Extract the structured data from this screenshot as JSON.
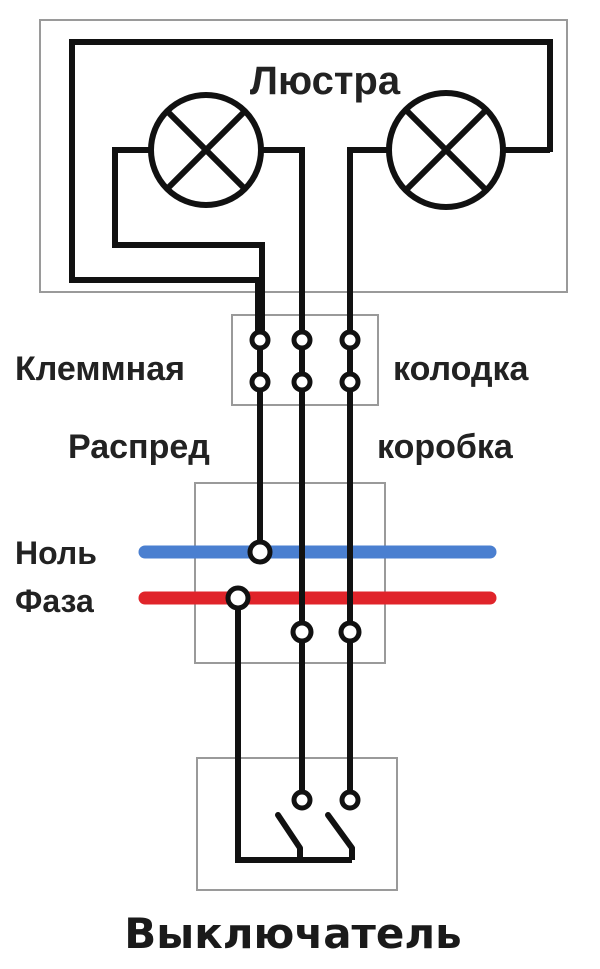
{
  "labels": {
    "chandelier": "Люстра",
    "terminal_left": "Клеммная",
    "terminal_right": "колодка",
    "junction_left": "Распред",
    "junction_right": "коробка",
    "neutral": "Ноль",
    "phase": "Фаза",
    "switch": "Выключатель"
  },
  "colors": {
    "neutral_line": "#4a7fd0",
    "phase_line": "#e0242a",
    "wire": "#111111",
    "box_outline": "#9a9a9a"
  },
  "icons": {
    "lamp": "lamp-x-icon",
    "terminal": "terminal-ring-icon",
    "switch_contact": "switch-contact-icon"
  }
}
